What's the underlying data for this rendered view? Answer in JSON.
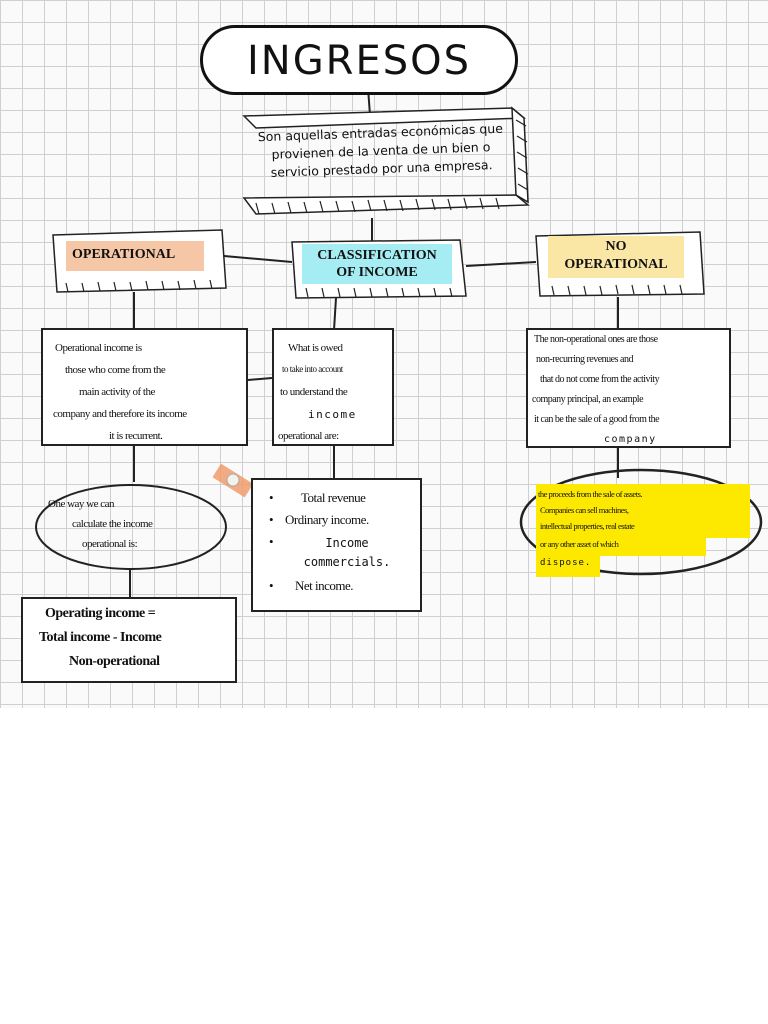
{
  "title": "INGRESOS",
  "definition": "Son aquellas entradas  económicas que provienen de la venta de un bien o servicio prestado por una empresa.",
  "operational": {
    "header": "OPERATIONAL",
    "description_lines": [
      "Operational income is",
      "those who come from the",
      "main activity of the",
      "company and therefore its income",
      "it is recurrent."
    ],
    "calc_prompt_lines": [
      "One way we can",
      "calculate the income",
      "operational is:"
    ],
    "formula_lines": [
      "Operating income =",
      "Total income - Income",
      "Non-operational"
    ]
  },
  "classification": {
    "header": "CLASSIFICATION OF INCOME",
    "note_lines": [
      "What is owed",
      "to take into account",
      "to understand the",
      "income",
      "operational are:"
    ],
    "items": [
      "Total revenue",
      "Ordinary income.",
      "Income commercials.",
      "Net income."
    ]
  },
  "non_operational": {
    "header": "NO OPERATIONAL",
    "description_lines": [
      "The non-operational ones are those",
      "non-recurring revenues and",
      "that do not come from the activity",
      "company principal, an example",
      "it can be the sale of a good from the",
      "company"
    ],
    "example_lines": [
      "the proceeds from the sale of assets.",
      "Companies can sell machines,",
      "intellectual properties, real estate",
      "or any other asset of which",
      "dispose."
    ]
  },
  "colors": {
    "orange_highlight": "#f6c7a6",
    "cyan_highlight": "#a6ecf3",
    "yellow_highlight": "#fae7a6",
    "marker_yellow": "#fde900",
    "ink": "#111111"
  }
}
